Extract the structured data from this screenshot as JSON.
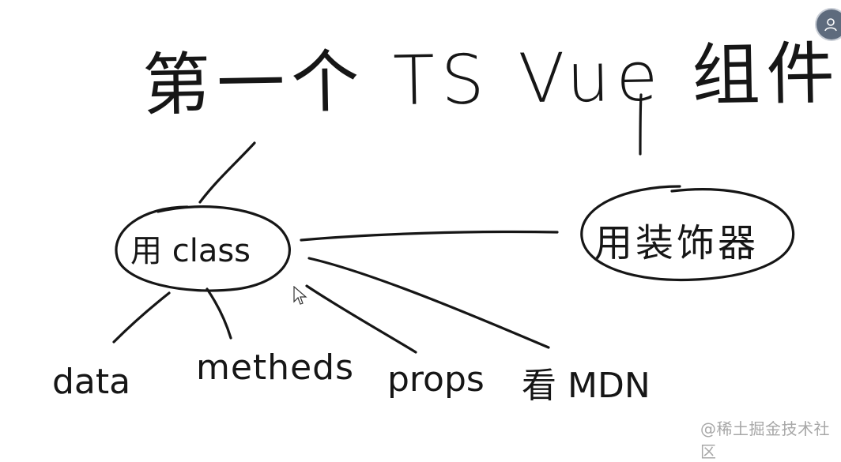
{
  "diagram": {
    "title": "第一个 TS Vue 组件",
    "nodes": {
      "use_class": "用 class",
      "use_decorator": "用装饰器"
    },
    "leaves": {
      "data": "data",
      "methods": "metheds",
      "props": "props",
      "mdn": "看 MDN"
    }
  },
  "watermark": "@稀土掘金技术社区",
  "colors": {
    "ink": "#161616",
    "background": "#ffffff",
    "watermark": "#a7a7a7",
    "avatar": "#5e6b7d"
  },
  "icons": {
    "avatar": "user-icon",
    "cursor": "mouse-pointer-icon"
  }
}
